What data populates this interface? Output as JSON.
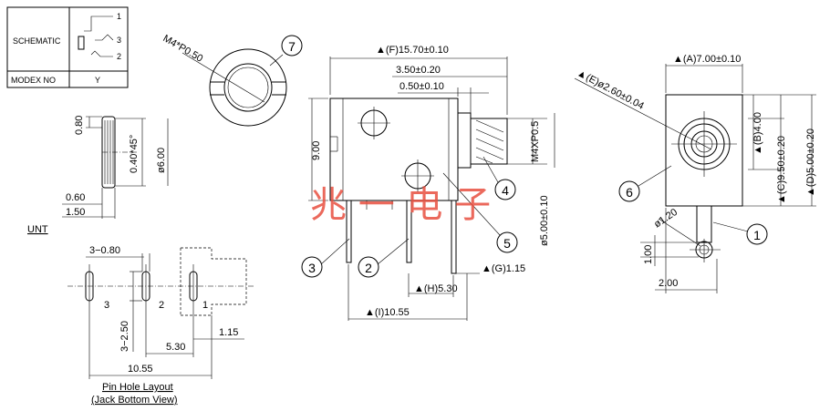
{
  "schematic": {
    "label": "SCHEMATIC",
    "model_label": "MODEX NO",
    "model_value": "Y",
    "pins": [
      "1",
      "3",
      "2"
    ]
  },
  "callouts": [
    "1",
    "2",
    "3",
    "4",
    "5",
    "6",
    "7"
  ],
  "thread_label": "M4*P0.50",
  "unit_label": "UNT",
  "side_view": {
    "dims": [
      "0.80",
      "0.40*45°",
      "ø6.00",
      "0.60",
      "1.50"
    ]
  },
  "front_view": {
    "dim_F": "▲(F)15.70±0.10",
    "dim_350": "3.50±0.20",
    "dim_050": "0.50±0.10",
    "dim_900": "9.00",
    "dim_thread": "M4XP0.5",
    "dim_dia5": "ø5.00±0.10",
    "dim_G": "▲(G)1.15",
    "dim_H": "▲(H)5.30",
    "dim_I": "▲(I)10.55"
  },
  "right_view": {
    "dim_A": "▲(A)7.00±0.10",
    "dim_E": "▲(E)ø2.60±0.04",
    "dim_B": "▲(B)4.00",
    "dim_C": "▲(C)9.50±0.20",
    "dim_D": "▲(D)5.00±0.20",
    "dim_dia120": "ø1.20",
    "dim_100": "1.00",
    "dim_200": "2.00"
  },
  "pin_layout": {
    "dim_380": "3−0.80",
    "dim_250": "3−2.50",
    "dim_530": "5.30",
    "dim_115": "1.15",
    "dim_1055": "10.55",
    "pin_numbers": [
      "3",
      "2",
      "1"
    ],
    "title": "Pin Hole Layout",
    "subtitle": "(Jack Bottom View)"
  },
  "watermark": "兆 一 电 子"
}
